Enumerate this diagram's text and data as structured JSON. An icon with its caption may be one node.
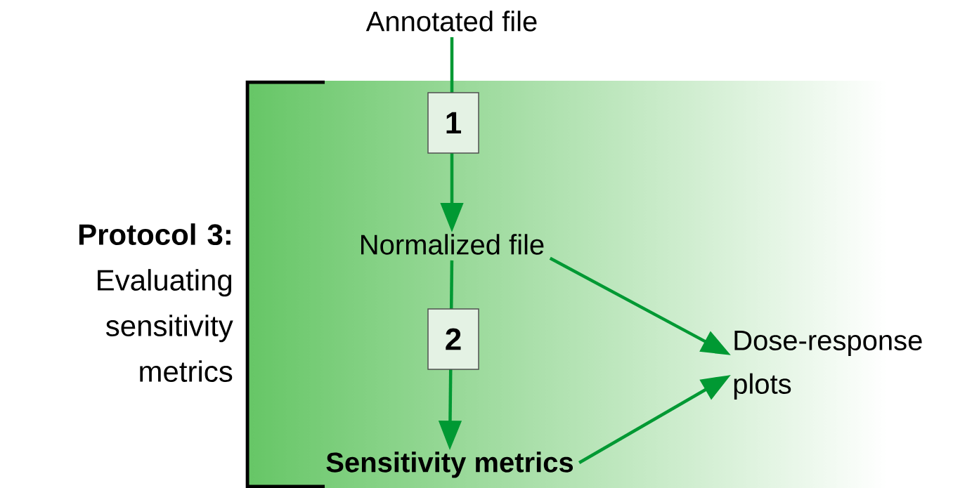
{
  "diagram": {
    "nodes": [
      {
        "text": [
          "Annotated file"
        ]
      },
      {
        "text": [
          "Normalized file"
        ]
      },
      {
        "text": [
          "Sensitivity metrics"
        ]
      },
      {
        "text": [
          "Dose-response plots"
        ]
      }
    ],
    "edges": [
      {
        "from": 0,
        "to": 1,
        "arrow": "to",
        "label": "1"
      },
      {
        "from": 1,
        "to": 2,
        "arrow": "to",
        "label": "2"
      },
      {
        "from": 1,
        "to": 3,
        "arrow": "to"
      },
      {
        "from": 2,
        "to": 3,
        "arrow": "to"
      }
    ],
    "labels": [
      "**Protocol 3:** Evaluating sensitivity metrics"
    ]
  }
}
